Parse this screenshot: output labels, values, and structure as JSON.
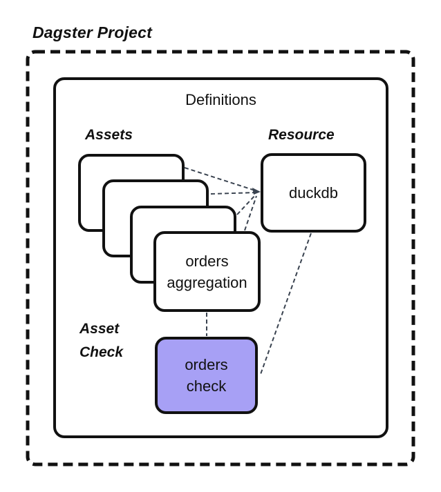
{
  "diagram": {
    "title": "Dagster Project",
    "definitions_label": "Definitions",
    "assets": {
      "group_label": "Assets",
      "stack_count": 4,
      "front_card": {
        "line1": "orders",
        "line2": "aggregation"
      }
    },
    "resource": {
      "group_label": "Resource",
      "card_label": "duckdb"
    },
    "asset_check": {
      "group_label_line1": "Asset",
      "group_label_line2": "Check",
      "card": {
        "line1": "orders",
        "line2": "check"
      }
    },
    "colors": {
      "background": "#ffffff",
      "stroke": "#111111",
      "connector": "#3a4350",
      "asset_check_fill": "#a7a0f5",
      "card_fill": "#ffffff"
    }
  }
}
